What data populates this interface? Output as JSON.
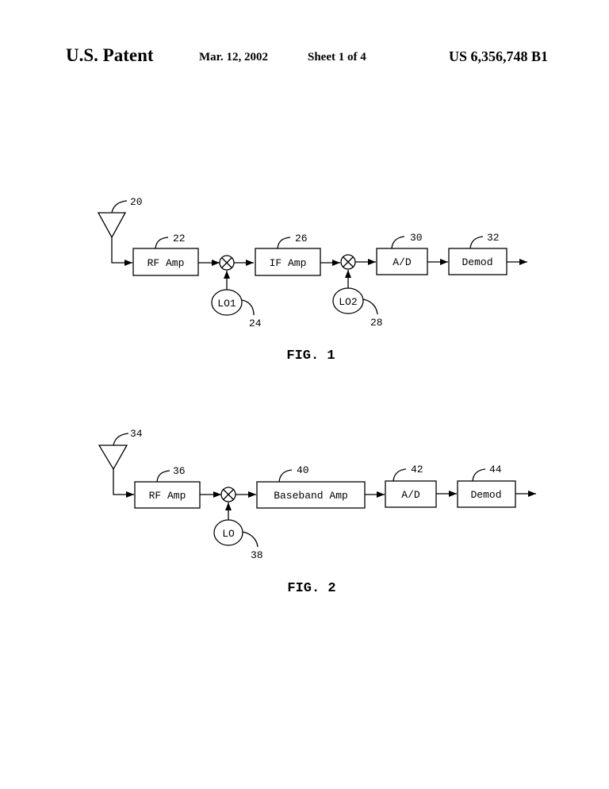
{
  "header": {
    "title": "U.S. Patent",
    "date": "Mar. 12, 2002",
    "sheet": "Sheet 1 of 4",
    "patent_number": "US 6,356,748 B1"
  },
  "fig1": {
    "caption": "FIG. 1",
    "antenna_ref": "20",
    "blocks": [
      {
        "label": "RF Amp",
        "ref": "22"
      },
      {
        "label": "IF Amp",
        "ref": "26"
      },
      {
        "label": "A/D",
        "ref": "30"
      },
      {
        "label": "Demod",
        "ref": "32"
      }
    ],
    "oscillators": [
      {
        "label": "LO1",
        "ref": "24"
      },
      {
        "label": "LO2",
        "ref": "28"
      }
    ]
  },
  "fig2": {
    "caption": "FIG. 2",
    "antenna_ref": "34",
    "blocks": [
      {
        "label": "RF Amp",
        "ref": "36"
      },
      {
        "label": "Baseband Amp",
        "ref": "40"
      },
      {
        "label": "A/D",
        "ref": "42"
      },
      {
        "label": "Demod",
        "ref": "44"
      }
    ],
    "oscillators": [
      {
        "label": "LO",
        "ref": "38"
      }
    ]
  }
}
